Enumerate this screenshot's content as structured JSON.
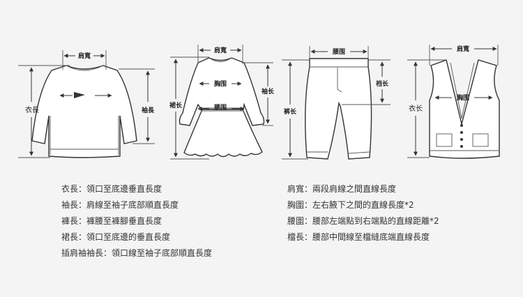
{
  "diagram_labels": {
    "top_shoulder": "肩寬",
    "top_length": "衣長",
    "top_sleeve": "袖長",
    "dress_shoulder": "肩寬",
    "dress_chest": "胸围",
    "dress_waist": "腰围",
    "dress_skirt_length": "裙长",
    "dress_sleeve": "袖长",
    "pants_waist": "腰围",
    "pants_length": "裤长",
    "pants_rise": "裆长",
    "vest_shoulder": "肩寬",
    "vest_chest": "胸围",
    "vest_length": "衣长"
  },
  "legend_left": [
    "衣長：領口至底邊垂直長度",
    "袖長：肩線至袖子底部順直長度",
    "褲長：褲腰至褲腳垂直長度",
    "裙長：領口至底邊的垂直長度",
    "插肩袖袖長：領口線至袖子底部順直長度"
  ],
  "legend_right": [
    "肩寬：兩段肩線之間直線長度",
    "胸圍：左右腋下之間的直線長度*2",
    "腰圍：腰部左端點到右端點的直線距離*2",
    "檔長：腰部中間線至檔縫底端直線長度"
  ]
}
